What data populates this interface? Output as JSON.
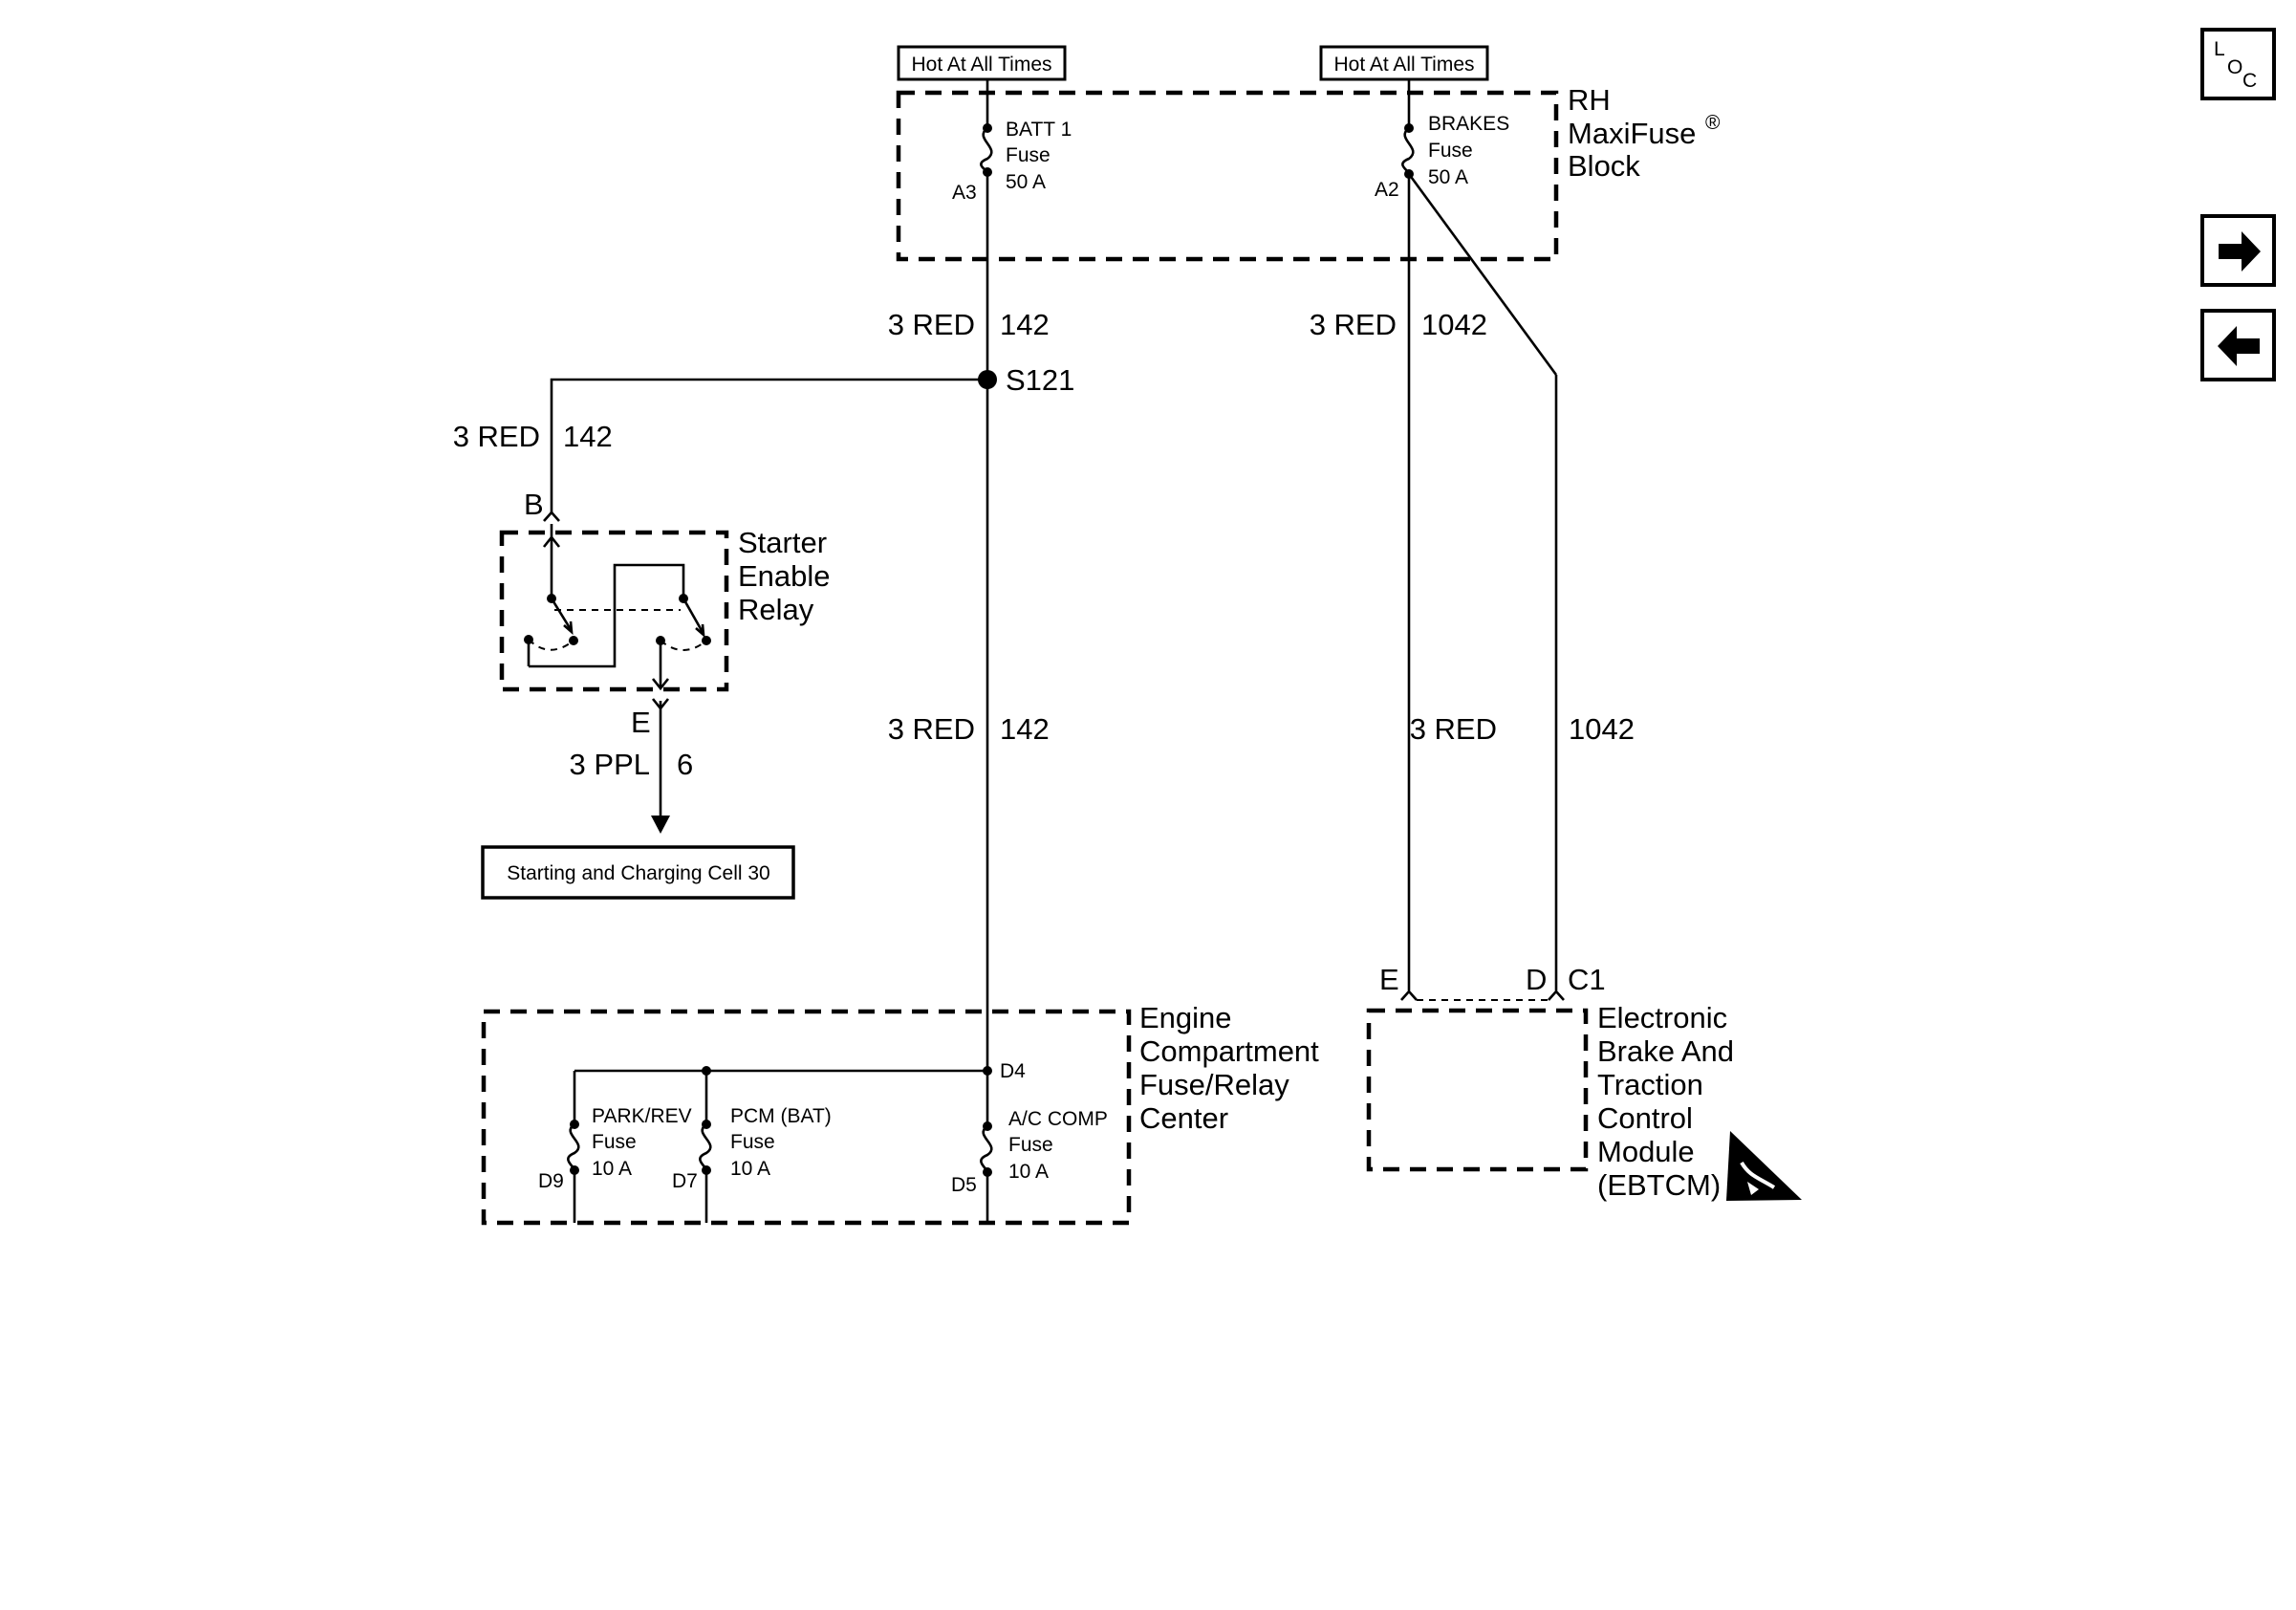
{
  "hot_labels": [
    "Hot At All Times",
    "Hot At All Times"
  ],
  "maxifuse_block": {
    "line1": "RH",
    "line2": "MaxiFuse",
    "reg": "®",
    "line3": "Block"
  },
  "batt_fuse": {
    "name": "BATT 1",
    "type": "Fuse",
    "rating": "50 A",
    "pin": "A3"
  },
  "brakes_fuse": {
    "name": "BRAKES",
    "type": "Fuse",
    "rating": "50 A",
    "pin": "A2"
  },
  "wires": {
    "w142_top": {
      "gauge": "3 RED",
      "circuit": "142"
    },
    "w1042_top": {
      "gauge": "3 RED",
      "circuit": "1042"
    },
    "w142_left": {
      "gauge": "3 RED",
      "circuit": "142"
    },
    "w142_mid": {
      "gauge": "3 RED",
      "circuit": "142"
    },
    "w1042_mid": {
      "gauge": "3 RED",
      "circuit": "1042"
    },
    "w6": {
      "gauge": "3 PPL",
      "circuit": "6"
    }
  },
  "splice": "S121",
  "relay": {
    "pin_in": "B",
    "pin_out": "E",
    "line1": "Starter",
    "line2": "Enable",
    "line3": "Relay"
  },
  "ref_box": "Starting and Charging Cell 30",
  "engine_center": {
    "line1": "Engine",
    "line2": "Compartment",
    "line3": "Fuse/Relay",
    "line4": "Center",
    "bus_pin": "D4",
    "fuses": [
      {
        "name": "PARK/REV",
        "type": "Fuse",
        "rating": "10 A",
        "pin": "D9"
      },
      {
        "name": "PCM (BAT)",
        "type": "Fuse",
        "rating": "10 A",
        "pin": "D7"
      },
      {
        "name": "A/C COMP",
        "type": "Fuse",
        "rating": "10 A",
        "pin": "D5"
      }
    ]
  },
  "ebtcm": {
    "pin_e": "E",
    "pin_d": "D",
    "connector": "C1",
    "line1": "Electronic",
    "line2": "Brake And",
    "line3": "Traction",
    "line4": "Control",
    "line5": "Module",
    "line6": "(EBTCM)"
  },
  "nav": {
    "loc_top": "L",
    "loc_bottom": "O",
    "loc_sub": "C"
  },
  "icons": [
    "loc-icon",
    "arrow-right-icon",
    "arrow-left-icon",
    "esd-warning-icon"
  ]
}
